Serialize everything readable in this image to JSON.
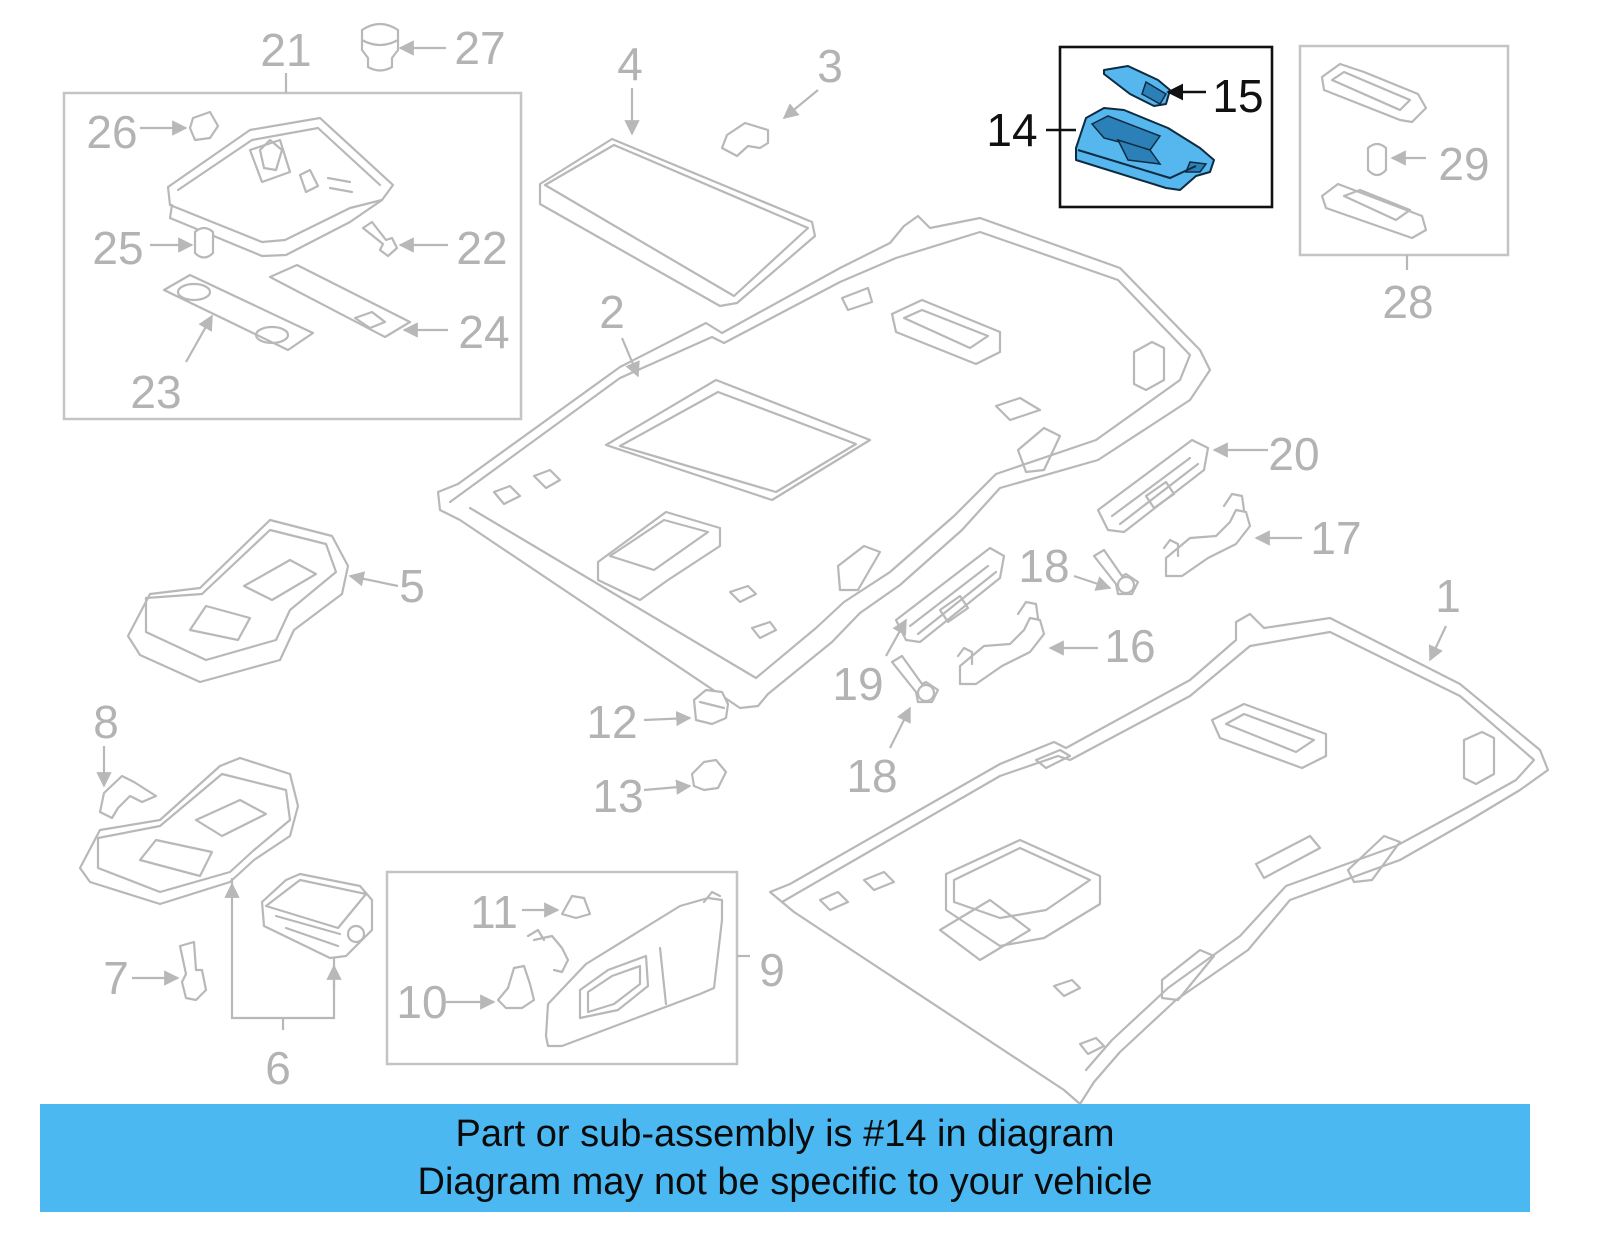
{
  "callouts": {
    "c1": "1",
    "c2": "2",
    "c3": "3",
    "c4": "4",
    "c5": "5",
    "c6": "6",
    "c7": "7",
    "c8": "8",
    "c9": "9",
    "c10": "10",
    "c11": "11",
    "c12": "12",
    "c13": "13",
    "c14": "14",
    "c15": "15",
    "c16": "16",
    "c17": "17",
    "c18a": "18",
    "c18b": "18",
    "c19": "19",
    "c20": "20",
    "c21": "21",
    "c22": "22",
    "c23": "23",
    "c24": "24",
    "c25": "25",
    "c26": "26",
    "c27": "27",
    "c28": "28",
    "c29": "29"
  },
  "highlight": {
    "part": "14",
    "color": "#55b7ee"
  },
  "banner": {
    "line1": "Part or sub-assembly is #14 in diagram",
    "line2": "Diagram may not be specific to your vehicle",
    "color": "#4cb8f2"
  }
}
